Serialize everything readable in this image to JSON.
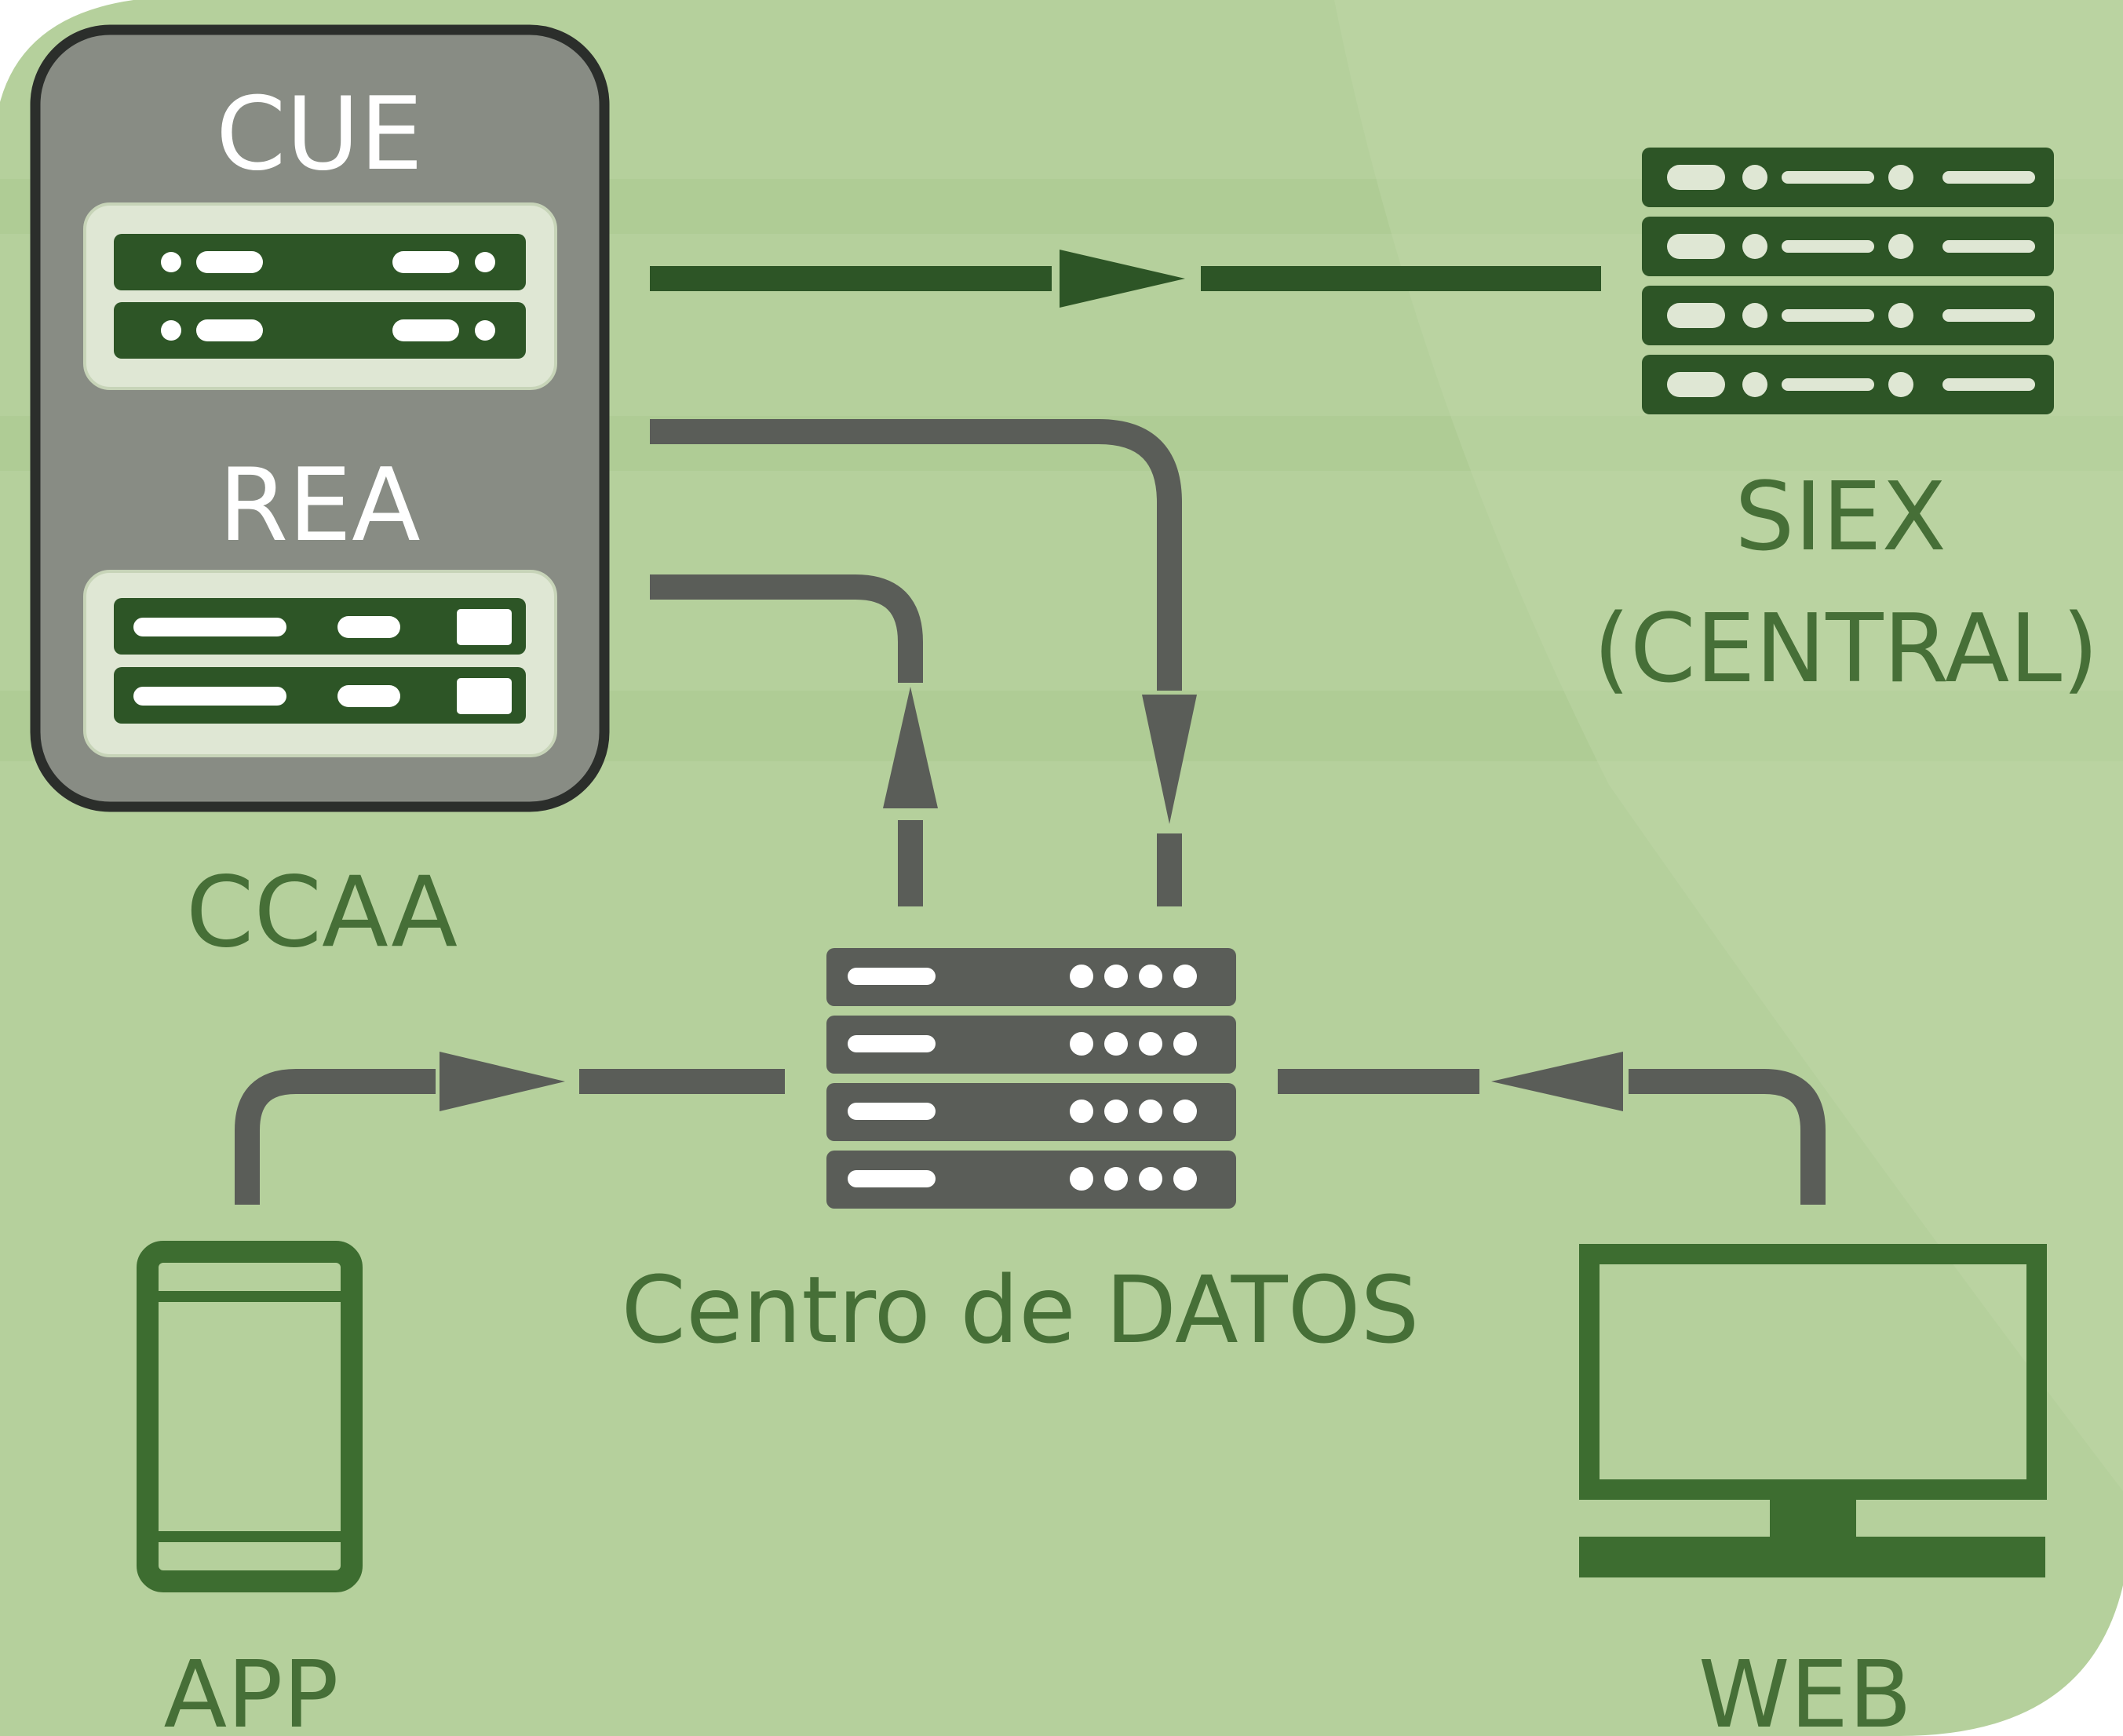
{
  "diagram": {
    "labels": {
      "cue": "CUE",
      "rea": "REA",
      "ccaa": "CCAA",
      "siex_line1": "SIEX",
      "siex_line2": "(CENTRAL)",
      "centro_datos": "Centro de DATOS",
      "app": "APP",
      "web": "WEB"
    },
    "colors": {
      "background": "#b5d09c",
      "stripe": "#a9c88f",
      "dark_green": "#2d5526",
      "mid_green": "#3d6d30",
      "label_green": "#466f37",
      "gray_box": "#888c84",
      "gray_dark": "#5a5d58",
      "outline_dark": "#2b2e2b",
      "light_panel": "#dfe7d4",
      "white": "#ffffff"
    },
    "icons": {
      "ccaa_box": "server-group-icon",
      "siex": "server-rack-icon",
      "centro_datos": "server-rack-icon",
      "app": "tablet-icon",
      "web": "monitor-icon"
    }
  }
}
